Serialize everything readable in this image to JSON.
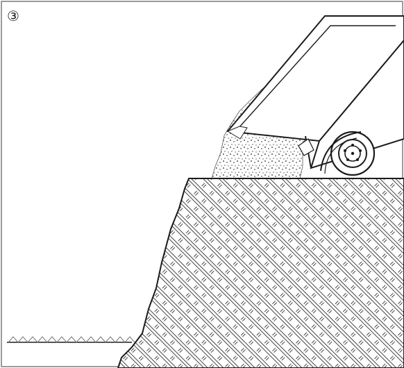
{
  "figure": {
    "step_number": "③"
  },
  "icons": {
    "dump_truck": "dump-truck-icon",
    "gravel_pile": "gravel-pile",
    "embankment": "embankment"
  },
  "colors": {
    "ink": "#1b1b1b",
    "paper": "#ffffff",
    "gravel_fill": "#d8d8d8"
  }
}
